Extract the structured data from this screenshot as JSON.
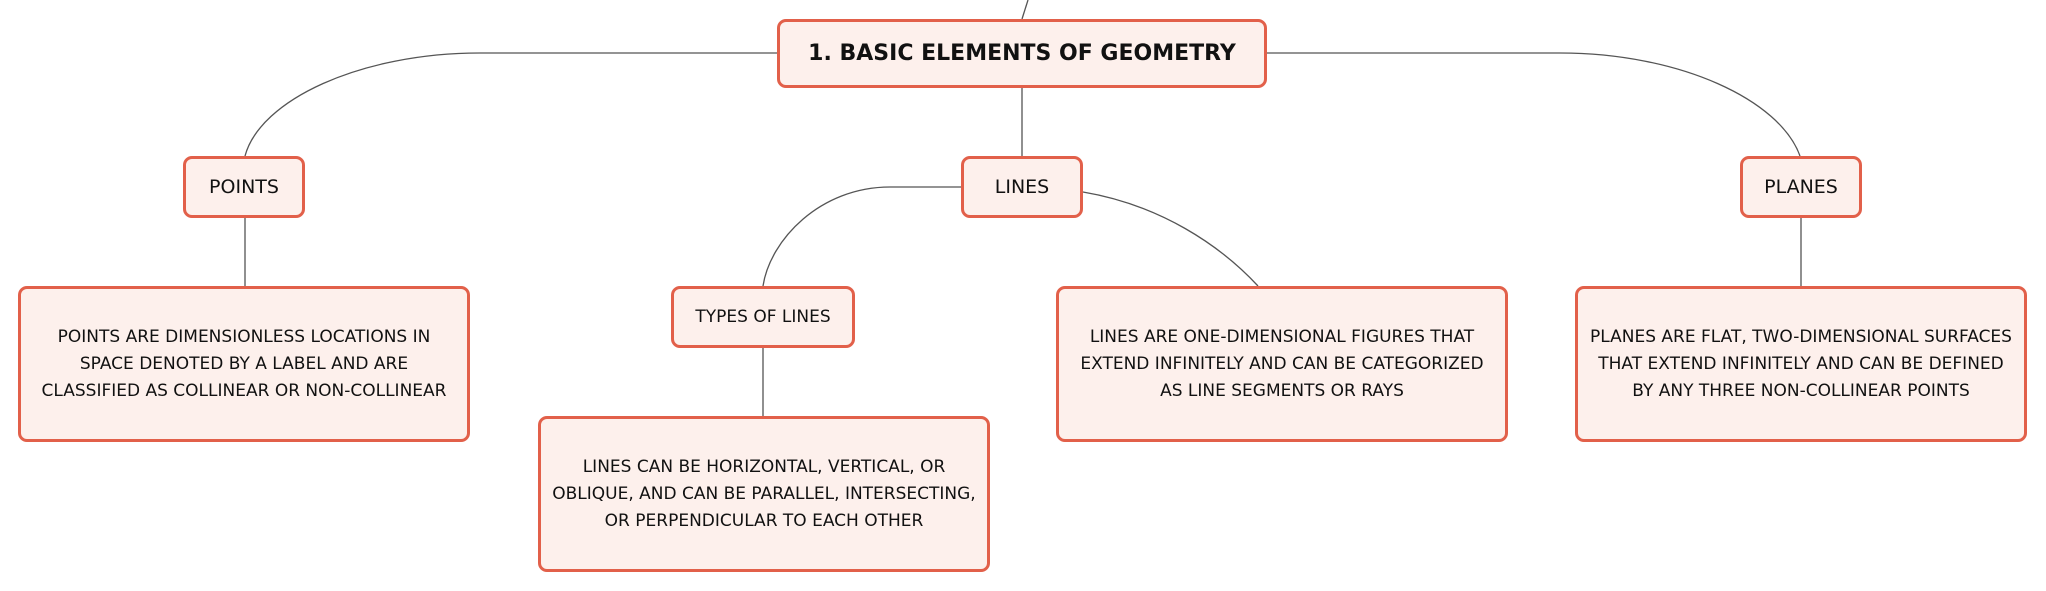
{
  "mindmap": {
    "root": {
      "label": "1. Basic Elements of Geometry"
    },
    "points": {
      "label": "Points",
      "description": "Points are dimensionless locations in space denoted by a label and are classified as collinear or non-collinear"
    },
    "lines": {
      "label": "Lines",
      "description": "Lines are one-dimensional figures that extend infinitely and can be categorized as line segments or rays",
      "types": {
        "label": "Types of Lines",
        "description": "Lines can be horizontal, vertical, or oblique, and can be parallel, intersecting, or perpendicular to each other"
      }
    },
    "planes": {
      "label": "Planes",
      "description": "Planes are flat, two-dimensional surfaces that extend infinitely and can be defined by any three non-collinear points"
    }
  },
  "colors": {
    "node_border": "#e2604a",
    "node_fill": "#fdf0ec",
    "connector": "#555555"
  }
}
